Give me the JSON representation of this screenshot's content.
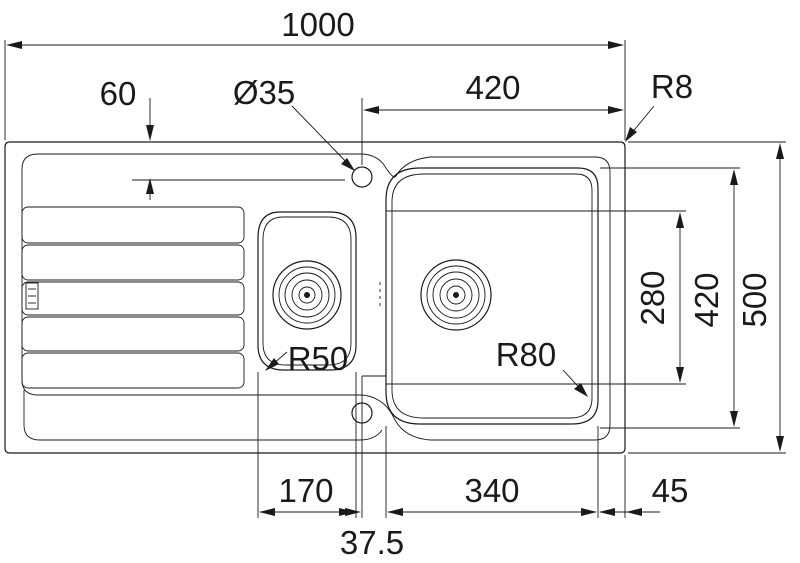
{
  "drawing": {
    "dimensions": {
      "overall_width": "1000",
      "drain_hole_offset": "60",
      "tap_hole_diameter": "Ø35",
      "main_bowl_offset": "420",
      "corner_radius": "R8",
      "small_bowl_radius": "R50",
      "main_bowl_radius": "R80",
      "main_bowl_depth_inner": "280",
      "main_bowl_length": "420",
      "overall_depth": "500",
      "small_bowl_width": "170",
      "main_bowl_width": "340",
      "right_margin": "45",
      "bowl_gap": "37.5"
    }
  }
}
